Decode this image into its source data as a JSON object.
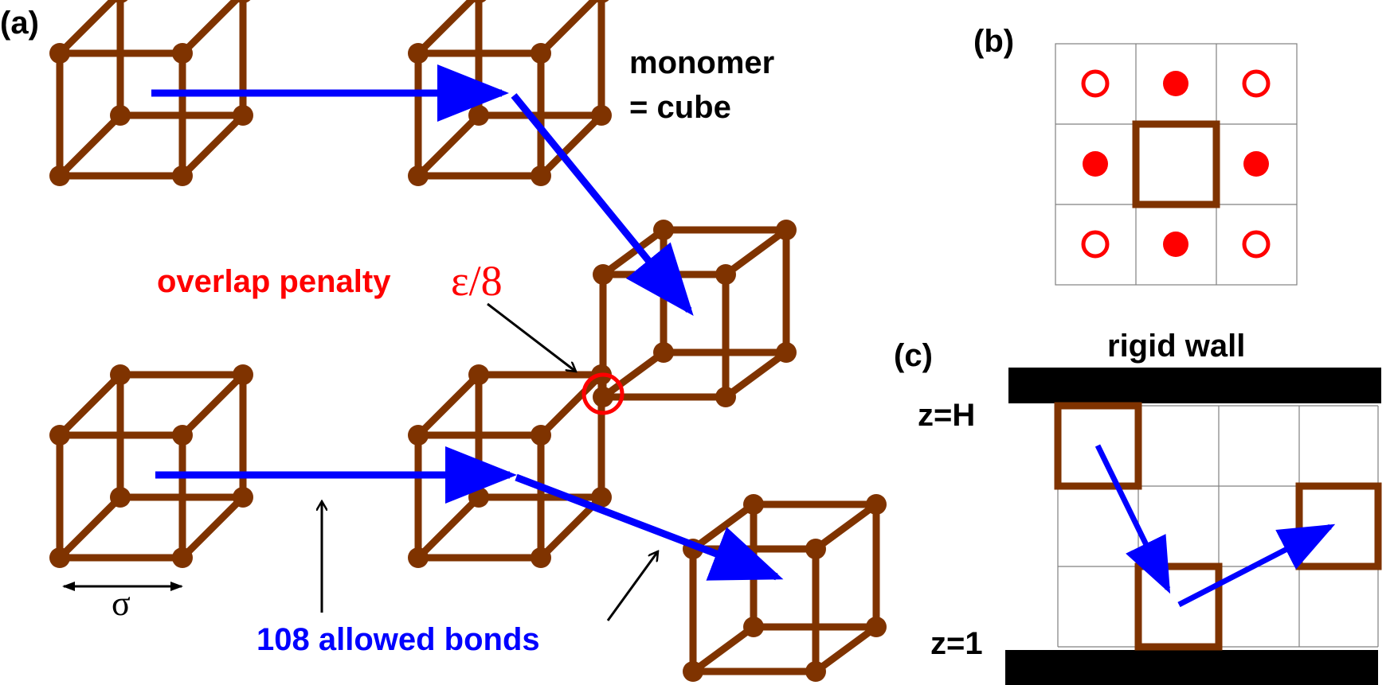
{
  "panels": {
    "a": "(a)",
    "b": "(b)",
    "c": "(c)"
  },
  "panel_a": {
    "monomer_line1": "monomer",
    "monomer_line2": "= cube",
    "overlap_text": "overlap penalty",
    "overlap_symbol": "ε/8",
    "sigma": "σ",
    "bonds_text": "108 allowed bonds"
  },
  "panel_c": {
    "wall_label": "rigid wall",
    "z_top": "z=H",
    "z_bottom": "z=1"
  },
  "colors": {
    "cube": "#7f3300",
    "bond_arrow": "#0000ff",
    "penalty": "#ff0000",
    "pointer": "#000000",
    "wall": "#000000",
    "grid": "#808080"
  }
}
